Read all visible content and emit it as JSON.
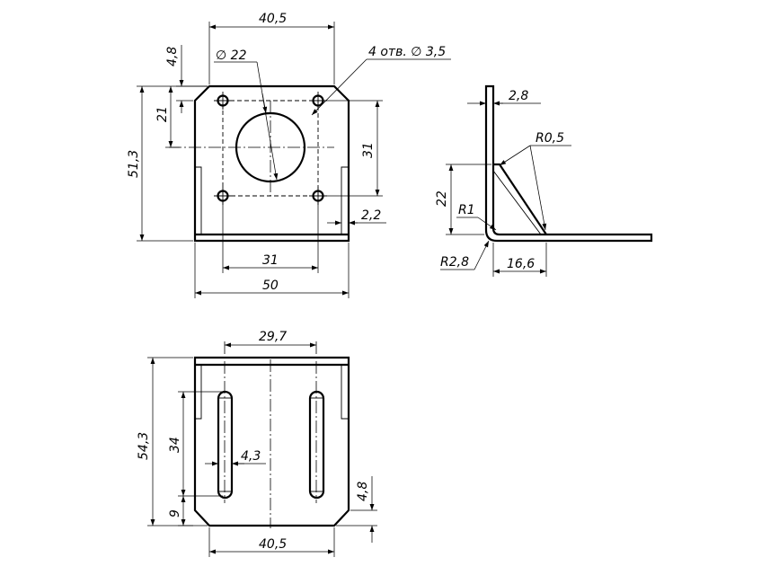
{
  "front_view": {
    "dim_top_width": "40,5",
    "dim_hole_large": "22",
    "dim_holes_note": "4 отв.",
    "dim_hole_small": "3,5",
    "dim_chamfer": "4,8",
    "dim_hole_offset": "21",
    "dim_total_height": "51,3",
    "dim_hole_spacing_v": "31",
    "dim_flange": "2,2",
    "dim_hole_spacing_h": "31",
    "dim_total_width": "50"
  },
  "side_view": {
    "dim_thickness": "2,8",
    "dim_radius_small": "R0,5",
    "dim_gusset_height": "22",
    "dim_radius_inner": "R1",
    "dim_radius_outer": "R2,8",
    "dim_gusset_width": "16,6"
  },
  "bottom_view": {
    "dim_slot_spacing": "29,7",
    "dim_total_length": "54,3",
    "dim_slot_length": "34",
    "dim_slot_width": "4,3",
    "dim_slot_offset": "9",
    "dim_chamfer": "4,8",
    "dim_width": "40,5"
  }
}
